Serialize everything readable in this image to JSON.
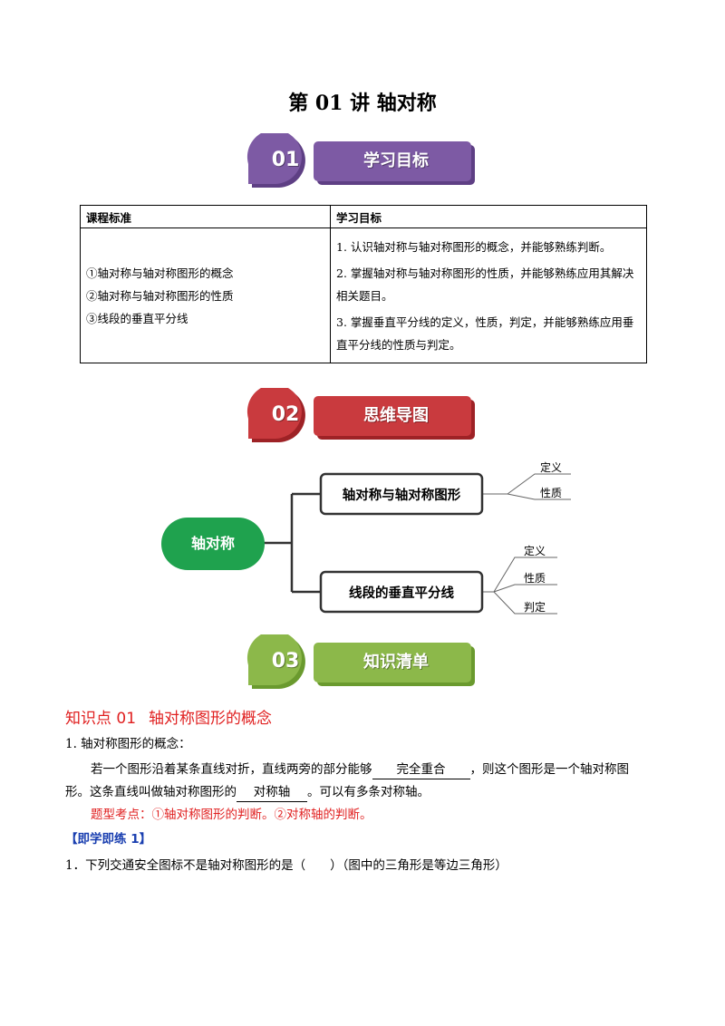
{
  "title": "第 01 讲  轴对称",
  "sections": [
    {
      "num": "01",
      "label": "学习目标",
      "color": "#7d5aa4",
      "shadow": "#5e3f84"
    },
    {
      "num": "02",
      "label": "思维导图",
      "color": "#c93a3e",
      "shadow": "#9e2226"
    },
    {
      "num": "03",
      "label": "知识清单",
      "color": "#8cb84a",
      "shadow": "#6a9a2e"
    }
  ],
  "goals_table": {
    "headers": [
      "课程标准",
      "学习目标"
    ],
    "standards": [
      "①轴对称与轴对称图形的概念",
      "②轴对称与轴对称图形的性质",
      "③线段的垂直平分线"
    ],
    "goals": [
      "1. 认识轴对称与轴对称图形的概念，并能够熟练判断。",
      "2. 掌握轴对称与轴对称图形的性质，并能够熟练应用其解决相关题目。",
      "3. 掌握垂直平分线的定义，性质，判定，并能够熟练应用垂直平分线的性质与判定。"
    ]
  },
  "mind_map": {
    "root": "轴对称",
    "branches": [
      {
        "label": "轴对称与轴对称图形",
        "leaves": [
          "定义",
          "性质"
        ]
      },
      {
        "label": "线段的垂直平分线",
        "leaves": [
          "定义",
          "性质",
          "判定"
        ]
      }
    ],
    "colors": {
      "root": "#1fa24e",
      "line": "#333333"
    }
  },
  "knowledge_point": {
    "prefix": "知识点 01",
    "title": "轴对称图形的概念",
    "item": "1. 轴对称图形的概念：",
    "p1_a": "若一个图形沿着某条直线对折，直线两旁的部分能够",
    "blank1": "完全重合",
    "p1_b": "，则这个图形是一个轴对称图",
    "p2_a": "形。这条直线叫做轴对称图形的",
    "blank2": "对称轴",
    "p2_b": "。可以有多条对称轴。",
    "exam_points": "题型考点：①轴对称图形的判断。②对称轴的判断。"
  },
  "practice": {
    "label": "【即学即练 1】",
    "question": "1．下列交通安全图标不是轴对称图形的是（　　）（图中的三角形是等边三角形）"
  }
}
